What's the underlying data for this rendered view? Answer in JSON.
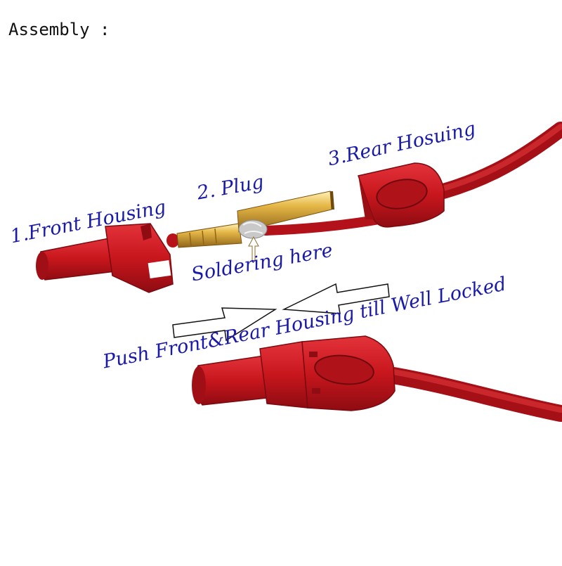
{
  "heading": "Assembly :",
  "labels": {
    "front_housing": "1.Front Housing",
    "plug": "2. Plug",
    "rear_housing": "3.Rear Hosuing",
    "soldering": "Soldering here",
    "push": "Push Front&Rear Housing till Well Locked"
  },
  "colors": {
    "label_text": "#1a1aa8",
    "housing_red": "#c8161d",
    "plug_gold": "#d9a531",
    "solder": "#c9c9c9"
  }
}
